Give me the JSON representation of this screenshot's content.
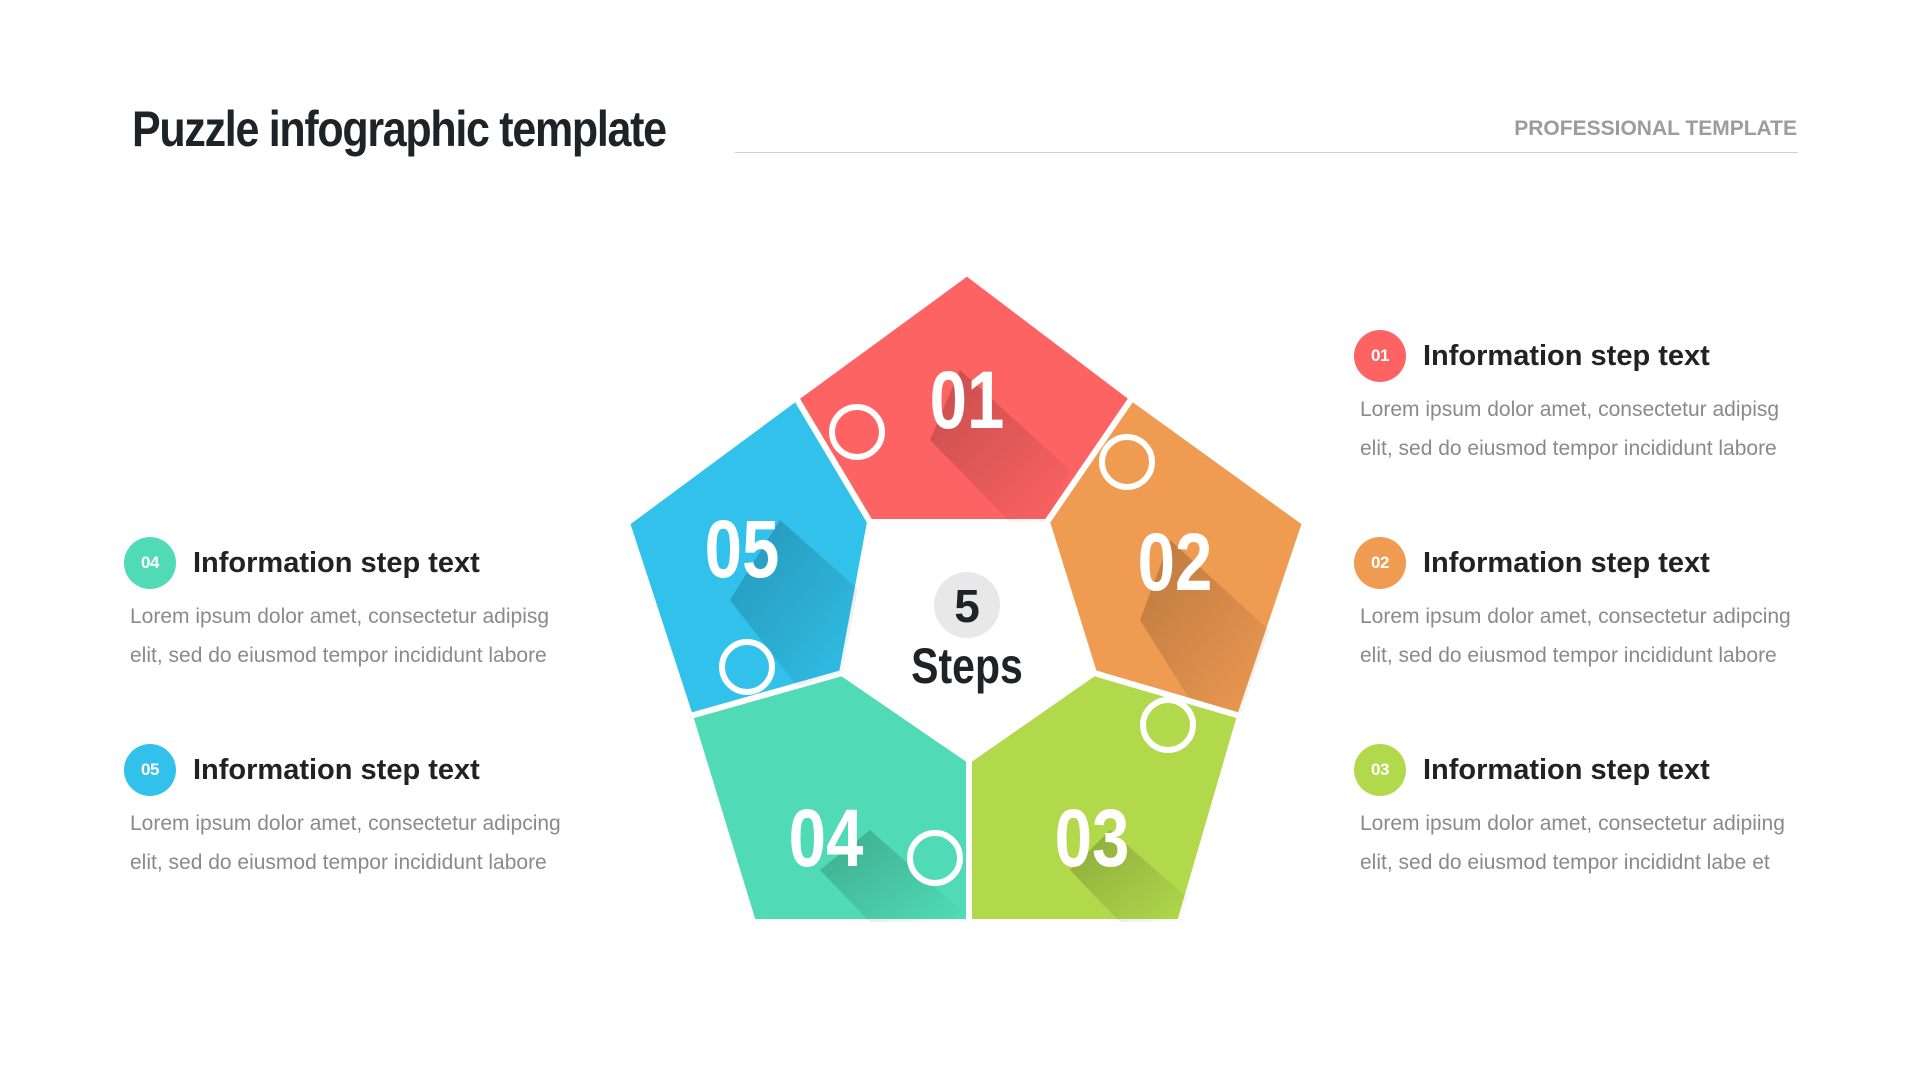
{
  "header": {
    "title": "Puzzle infographic template",
    "subtitle": "PROFESSIONAL TEMPLATE"
  },
  "center": {
    "number": "5",
    "label": "Steps"
  },
  "colors": {
    "red": "#fd6363",
    "orange": "#f09b52",
    "green": "#b2d94c",
    "teal": "#50dbb6",
    "blue": "#31c1eb",
    "title": "#1e2328",
    "body_text": "#8a8a8a"
  },
  "pieces": [
    {
      "number": "01",
      "color": "#fd6363"
    },
    {
      "number": "02",
      "color": "#f09b52"
    },
    {
      "number": "03",
      "color": "#b2d94c"
    },
    {
      "number": "04",
      "color": "#50dbb6"
    },
    {
      "number": "05",
      "color": "#31c1eb"
    }
  ],
  "steps": [
    {
      "badge": "01",
      "color": "#fd6363",
      "title": "Information step text",
      "lines": [
        "Lorem ipsum dolor amet, consectetur adipisg",
        "elit, sed do eiusmod tempor incididunt  labore"
      ]
    },
    {
      "badge": "02",
      "color": "#f09b52",
      "title": "Information step text",
      "lines": [
        "Lorem ipsum dolor amet, consectetur adipcing",
        "elit, sed do eiusmod tempor incididunt  labore"
      ]
    },
    {
      "badge": "03",
      "color": "#b2d94c",
      "title": "Information step text",
      "lines": [
        "Lorem ipsum dolor amet, consectetur adipiing",
        "elit, sed do eiusmod tempor incididnt  labe et"
      ]
    },
    {
      "badge": "04",
      "color": "#50dbb6",
      "title": "Information step text",
      "lines": [
        "Lorem ipsum dolor amet, consectetur adipisg",
        "elit, sed do eiusmod tempor incididunt  labore"
      ]
    },
    {
      "badge": "05",
      "color": "#31c1eb",
      "title": "Information step text",
      "lines": [
        "Lorem ipsum dolor amet, consectetur adipcing",
        "elit, sed do eiusmod tempor incididunt  labore"
      ]
    }
  ]
}
